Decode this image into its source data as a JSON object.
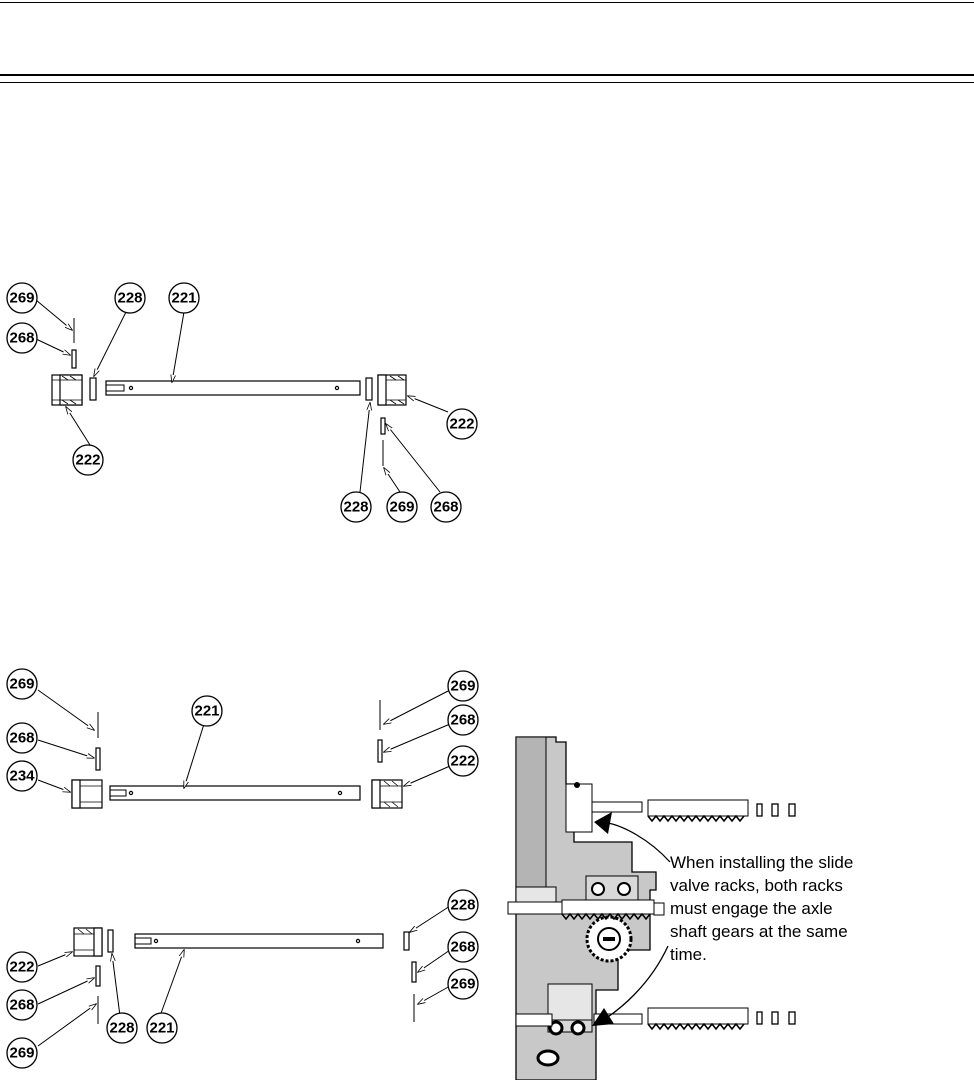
{
  "diagram1": {
    "labels": {
      "l269a": "269",
      "l228a": "228",
      "l221a": "221",
      "l268a": "268",
      "l222a": "222",
      "l222b": "222",
      "l228b": "228",
      "l269b": "269",
      "l268b": "268"
    }
  },
  "diagram2": {
    "labels": {
      "l269a": "269",
      "l221a": "221",
      "l269b": "269",
      "l268a": "268",
      "l268b": "268",
      "l234": "234",
      "l222a": "222"
    }
  },
  "diagram3": {
    "labels": {
      "l228a": "228",
      "l222a": "222",
      "l268a": "268",
      "l268b": "268",
      "l269a": "269",
      "l228b": "228",
      "l221": "221",
      "l269b": "269"
    }
  },
  "note": {
    "lines": [
      "When installing the slide",
      "valve racks, both racks",
      "must engage the axle",
      "shaft gears at the same",
      "time."
    ]
  }
}
